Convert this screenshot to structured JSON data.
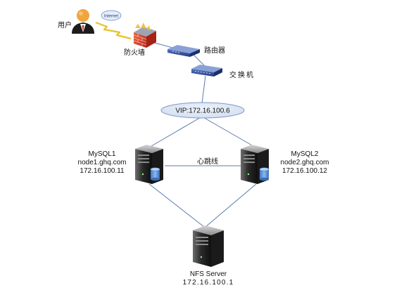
{
  "nodes": {
    "user": {
      "label": "用户",
      "bubble": "Internet"
    },
    "firewall": {
      "label": "防火墙"
    },
    "router": {
      "label": "路由器"
    },
    "switch": {
      "label": "交换机"
    },
    "vip": {
      "label": "VIP:172.16.100.6"
    },
    "mysql1": {
      "name": "MySQL1",
      "host": "node1.ghq.com",
      "ip": "172.16.100.11"
    },
    "mysql2": {
      "name": "MySQL2",
      "host": "node2.ghq.com",
      "ip": "172.16.100.12"
    },
    "nfs": {
      "name": "NFS Server",
      "ip": "172.16.100.1"
    }
  },
  "edges": {
    "heartbeat_label": "心跳线"
  },
  "colors": {
    "line": "#5a7ab0",
    "vip_fill": "#d8e2f1",
    "vip_stroke": "#7f97c7",
    "server_dark": "#2b2b2b",
    "db_blue": "#5b8ed6",
    "firewall_red": "#d9392b",
    "router_blue": "#2e4e98"
  }
}
